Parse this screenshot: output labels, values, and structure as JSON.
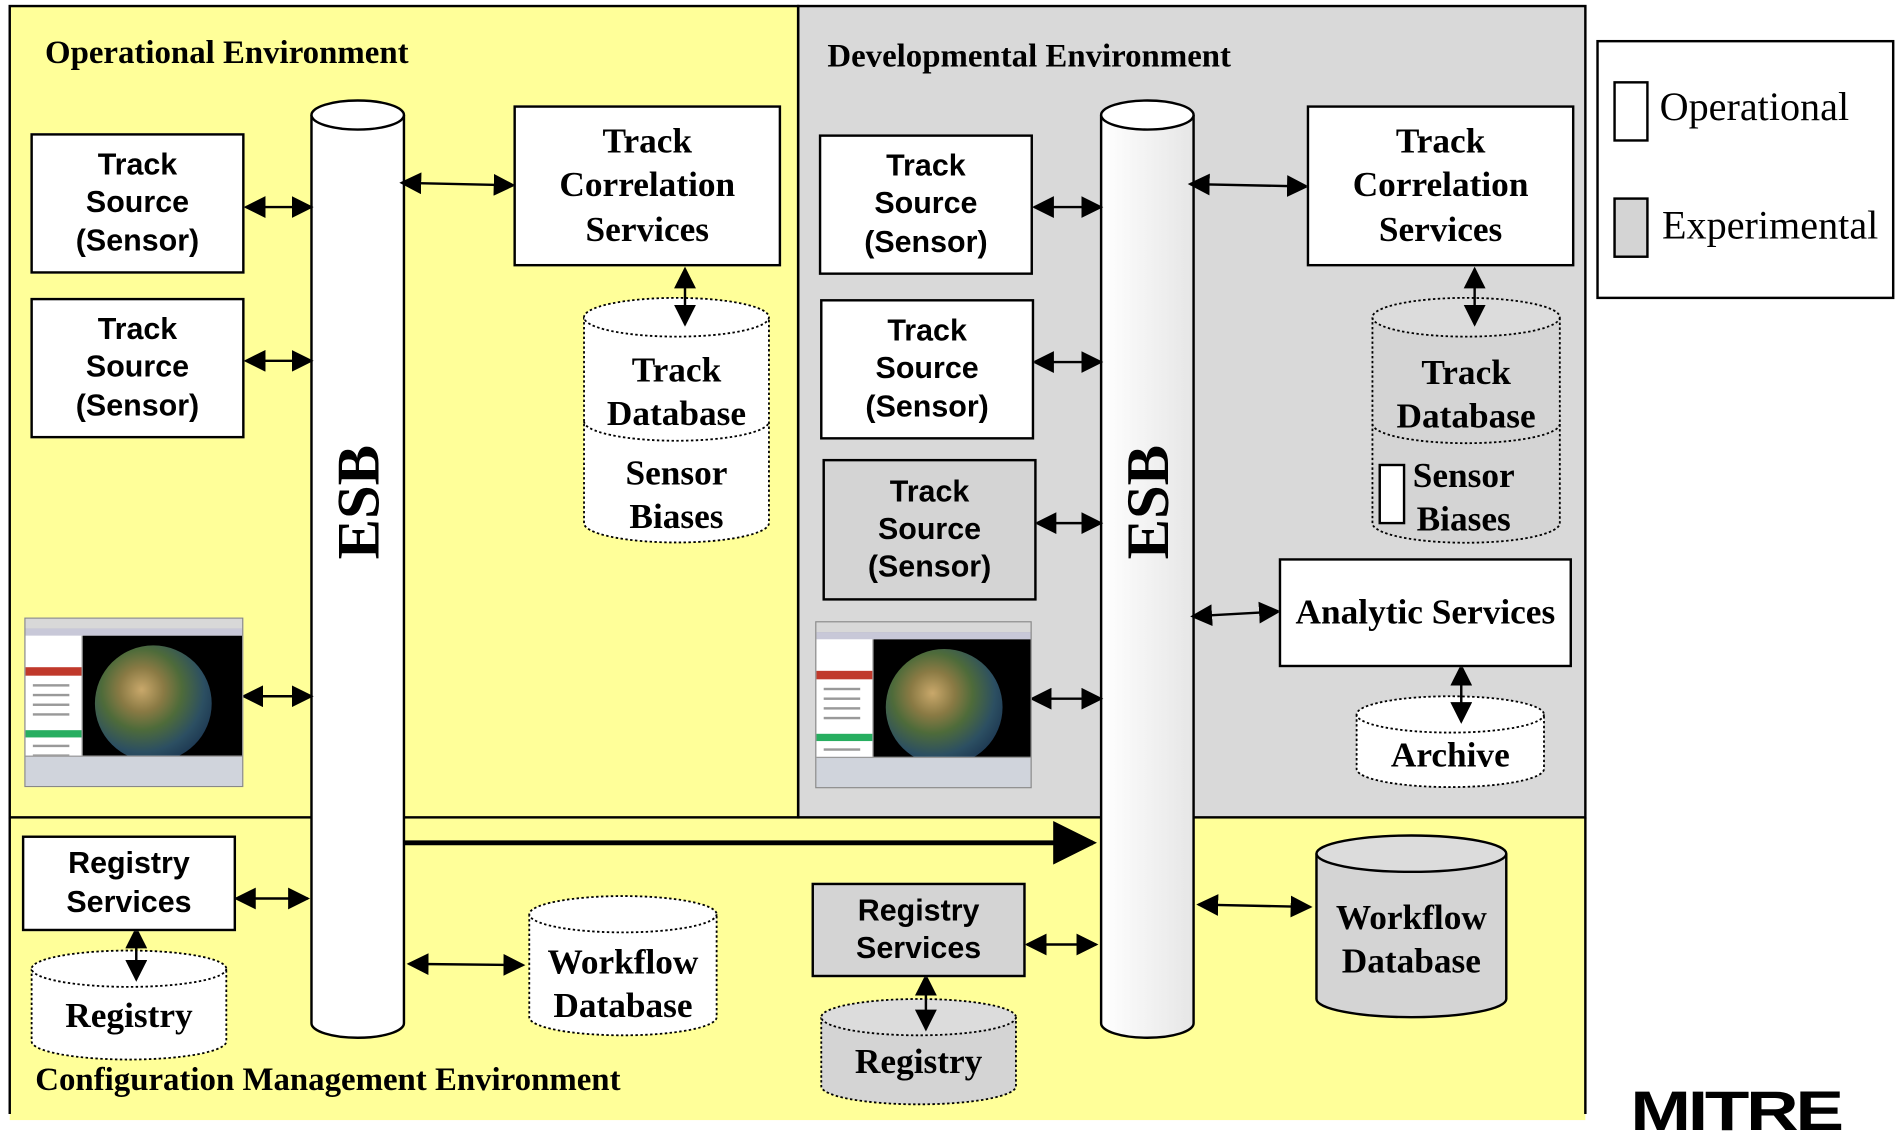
{
  "environments": {
    "operational": "Operational Environment",
    "developmental": "Developmental Environment",
    "configuration": "Configuration Management Environment"
  },
  "bus_label": "ESB",
  "operational": {
    "track_source_1": "Track\nSource\n(Sensor)",
    "track_source_2": "Track\nSource\n(Sensor)",
    "track_correlation": "Track\nCorrelation\nServices",
    "track_database": "Track\nDatabase",
    "sensor_biases": "Sensor\nBiases"
  },
  "developmental": {
    "track_source_1": "Track\nSource\n(Sensor)",
    "track_source_2": "Track\nSource\n(Sensor)",
    "track_source_3": "Track\nSource\n(Sensor)",
    "track_correlation": "Track\nCorrelation\nServices",
    "track_database": "Track\nDatabase",
    "sensor_biases": "Sensor\nBiases",
    "analytic_services": "Analytic Services",
    "archive": "Archive"
  },
  "configuration": {
    "registry_services_left": "Registry\nServices",
    "registry_left": "Registry",
    "workflow_database_left": "Workflow\nDatabase",
    "registry_services_right": "Registry\nServices",
    "registry_right": "Registry",
    "workflow_database_right": "Workflow\nDatabase"
  },
  "legend": {
    "operational": "Operational",
    "experimental": "Experimental"
  },
  "logo": "MITRE",
  "colors": {
    "operational_bg": "#ffff99",
    "developmental_bg": "#d9d9d9",
    "experimental_fill": "#d4d4d4",
    "operational_fill": "#ffffff"
  }
}
